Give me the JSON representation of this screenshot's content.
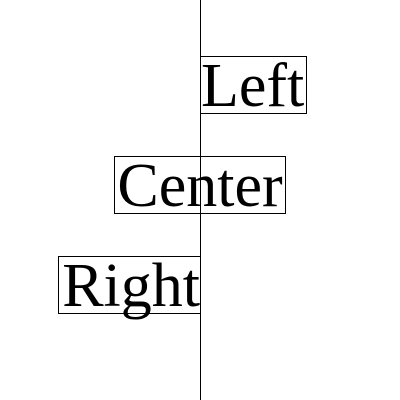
{
  "labels": {
    "left": "Left",
    "center": "Center",
    "right": "Right"
  },
  "colors": {
    "background": "#ffffff",
    "ink": "#000000"
  }
}
